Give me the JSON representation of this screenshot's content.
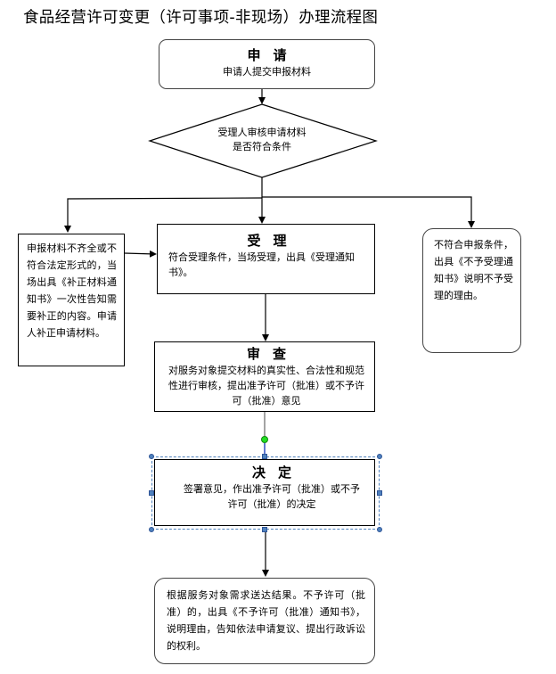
{
  "title": "食品经营许可变更（许可事项-非现场）办理流程图",
  "steps": {
    "apply": {
      "heading": "申请",
      "text": "申请人提交申报材料"
    },
    "check": {
      "line1": "受理人审核申请材料",
      "line2": "是否符合条件"
    },
    "incomplete": {
      "text": "申报材料不齐全或不符合法定形式的，当场出具《补正材料通知书》一次性告知需要补正的内容。申请人补正申请材料。"
    },
    "accept": {
      "heading": "受理",
      "text": "符合受理条件，当场受理，出具《受理通知书》。"
    },
    "reject": {
      "text": "不符合申报条件，出具《不予受理通知书》说明不予受理的理由。"
    },
    "review": {
      "heading": "审查",
      "text": "对服务对象提交材料的真实性、合法性和规范性进行审核，提出准予许可（批准）或不予许可（批准）意见"
    },
    "decide": {
      "heading": "决定",
      "text": "签署意见，作出准予许可（批准）或不予许可（批准）的决定"
    },
    "deliver": {
      "text": "根据服务对象需求送达结果。不予许可（批准）的，出具《不予许可（批准）通知书》，说明理由，告知依法申请复议、提出行政诉讼的权利。"
    }
  },
  "colors": {
    "line": "#000000",
    "selection": "#4f81bd",
    "rotate_handle": "#22dd22"
  }
}
